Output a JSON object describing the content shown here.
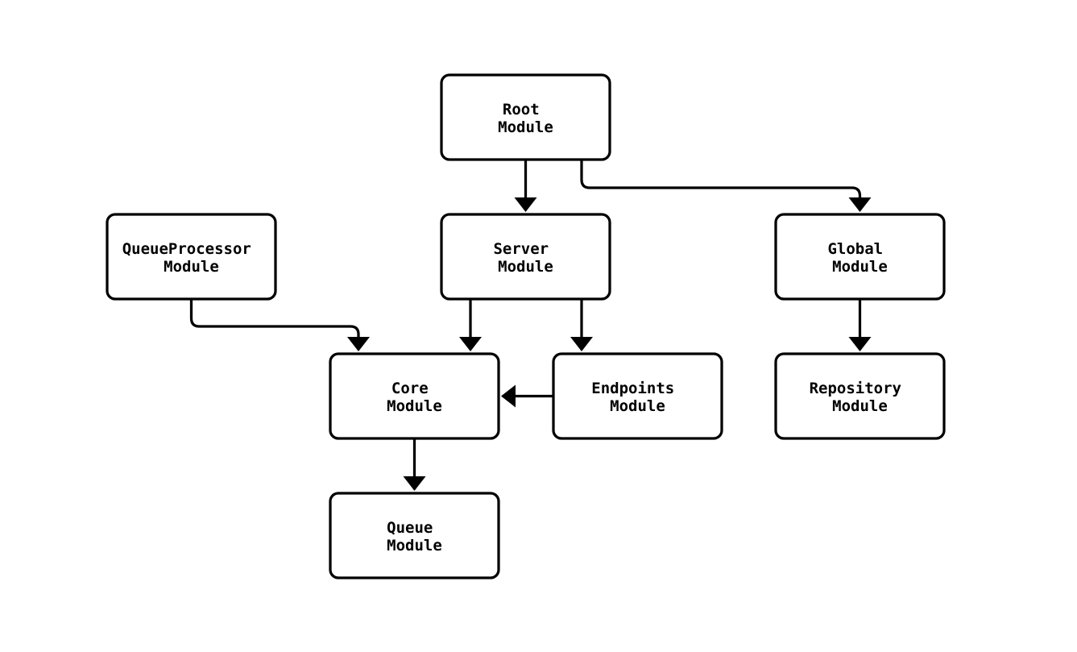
{
  "diagram": {
    "type": "flowchart",
    "title": "module-dependency-diagram",
    "colors": {
      "background": "#ffffff",
      "node_fill": "#ffffff",
      "stroke": "#000000",
      "text": "#000000"
    },
    "nodes": [
      {
        "id": "root",
        "line1": "Root",
        "line2": "Module"
      },
      {
        "id": "queueprocessor",
        "line1": "QueueProcessor",
        "line2": "Module"
      },
      {
        "id": "server",
        "line1": "Server",
        "line2": "Module"
      },
      {
        "id": "global",
        "line1": "Global",
        "line2": "Module"
      },
      {
        "id": "core",
        "line1": "Core",
        "line2": "Module"
      },
      {
        "id": "endpoints",
        "line1": "Endpoints",
        "line2": "Module"
      },
      {
        "id": "repository",
        "line1": "Repository",
        "line2": "Module"
      },
      {
        "id": "queue",
        "line1": "Queue",
        "line2": "Module"
      }
    ],
    "edges": [
      {
        "from": "Root Module",
        "to": "Server Module"
      },
      {
        "from": "Root Module",
        "to": "Global Module"
      },
      {
        "from": "QueueProcessor Module",
        "to": "Core Module"
      },
      {
        "from": "Server Module",
        "to": "Core Module"
      },
      {
        "from": "Server Module",
        "to": "Endpoints Module"
      },
      {
        "from": "Endpoints Module",
        "to": "Core Module"
      },
      {
        "from": "Global Module",
        "to": "Repository Module"
      },
      {
        "from": "Core Module",
        "to": "Queue Module"
      }
    ]
  }
}
